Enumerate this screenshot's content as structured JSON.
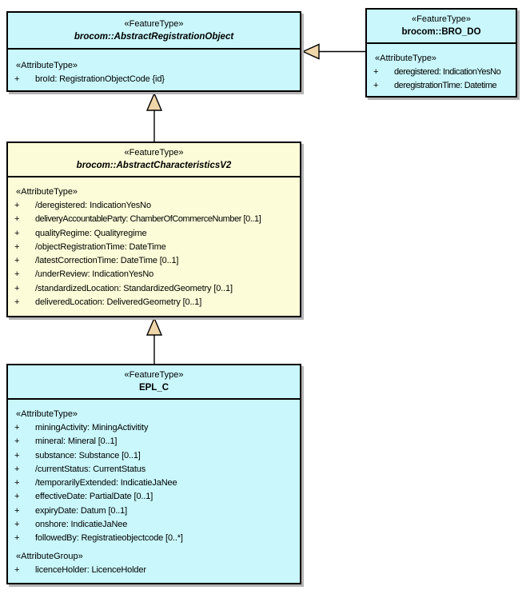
{
  "diagram": {
    "colors": {
      "class_fill_cyan": "#C9F7FB",
      "class_fill_yellow": "#FCFCD8",
      "border": "#000000",
      "shadow": "#B4B4B4",
      "generalization_arrowhead_fill": "#EFD6A8"
    },
    "classes": [
      {
        "stereotype": "«FeatureType»",
        "name": "brocom::AbstractRegistrationObject",
        "abstract": true,
        "sections": [
          {
            "heading": "«AttributeType»",
            "attributes": [
              {
                "vis": "+",
                "text": "broId: RegistrationObjectCode {id}"
              }
            ]
          }
        ]
      },
      {
        "stereotype": "«FeatureType»",
        "name": "brocom::BRO_DO",
        "abstract": false,
        "sections": [
          {
            "heading": "«AttributeType»",
            "attributes": [
              {
                "vis": "+",
                "text": "deregistered: IndicationYesNo"
              },
              {
                "vis": "+",
                "text": "deregistrationTime: Datetime"
              }
            ]
          }
        ]
      },
      {
        "stereotype": "«FeatureType»",
        "name": "brocom::AbstractCharacteristicsV2",
        "abstract": true,
        "sections": [
          {
            "heading": "«AttributeType»",
            "attributes": [
              {
                "vis": "+",
                "text": "/deregistered: IndicationYesNo"
              },
              {
                "vis": "+",
                "text": "deliveryAccountableParty: ChamberOfCommerceNumber [0..1]"
              },
              {
                "vis": "+",
                "text": "qualityRegime: Qualityregime"
              },
              {
                "vis": "+",
                "text": "/objectRegistrationTime: DateTime"
              },
              {
                "vis": "+",
                "text": "/latestCorrectionTime: DateTime [0..1]"
              },
              {
                "vis": "+",
                "text": "/underReview: IndicationYesNo"
              },
              {
                "vis": "+",
                "text": "/standardizedLocation: StandardizedGeometry [0..1]"
              },
              {
                "vis": "+",
                "text": "deliveredLocation: DeliveredGeometry [0..1]"
              }
            ]
          }
        ]
      },
      {
        "stereotype": "«FeatureType»",
        "name": "EPL_C",
        "abstract": false,
        "sections": [
          {
            "heading": "«AttributeType»",
            "attributes": [
              {
                "vis": "+",
                "text": "miningActivity: MiningActivitity"
              },
              {
                "vis": "+",
                "text": "mineral: Mineral [0..1]"
              },
              {
                "vis": "+",
                "text": "substance: Substance [0..1]"
              },
              {
                "vis": "+",
                "text": "/currentStatus: CurrentStatus"
              },
              {
                "vis": "+",
                "text": "/temporarilyExtended: IndicatieJaNee"
              },
              {
                "vis": "+",
                "text": "effectiveDate: PartialDate [0..1]"
              },
              {
                "vis": "+",
                "text": "expiryDate: Datum [0..1]"
              },
              {
                "vis": "+",
                "text": "onshore: IndicatieJaNee"
              },
              {
                "vis": "+",
                "text": "followedBy: Registratieobjectcode [0..*]"
              }
            ]
          },
          {
            "heading": "«AttributeGroup»",
            "attributes": [
              {
                "vis": "+",
                "text": "licenceHolder: LicenceHolder"
              }
            ]
          }
        ]
      }
    ],
    "relationships": [
      {
        "type": "generalization",
        "from": "brocom::BRO_DO",
        "to": "brocom::AbstractRegistrationObject"
      },
      {
        "type": "generalization",
        "from": "brocom::AbstractCharacteristicsV2",
        "to": "brocom::AbstractRegistrationObject"
      },
      {
        "type": "generalization",
        "from": "EPL_C",
        "to": "brocom::AbstractCharacteristicsV2"
      }
    ]
  }
}
